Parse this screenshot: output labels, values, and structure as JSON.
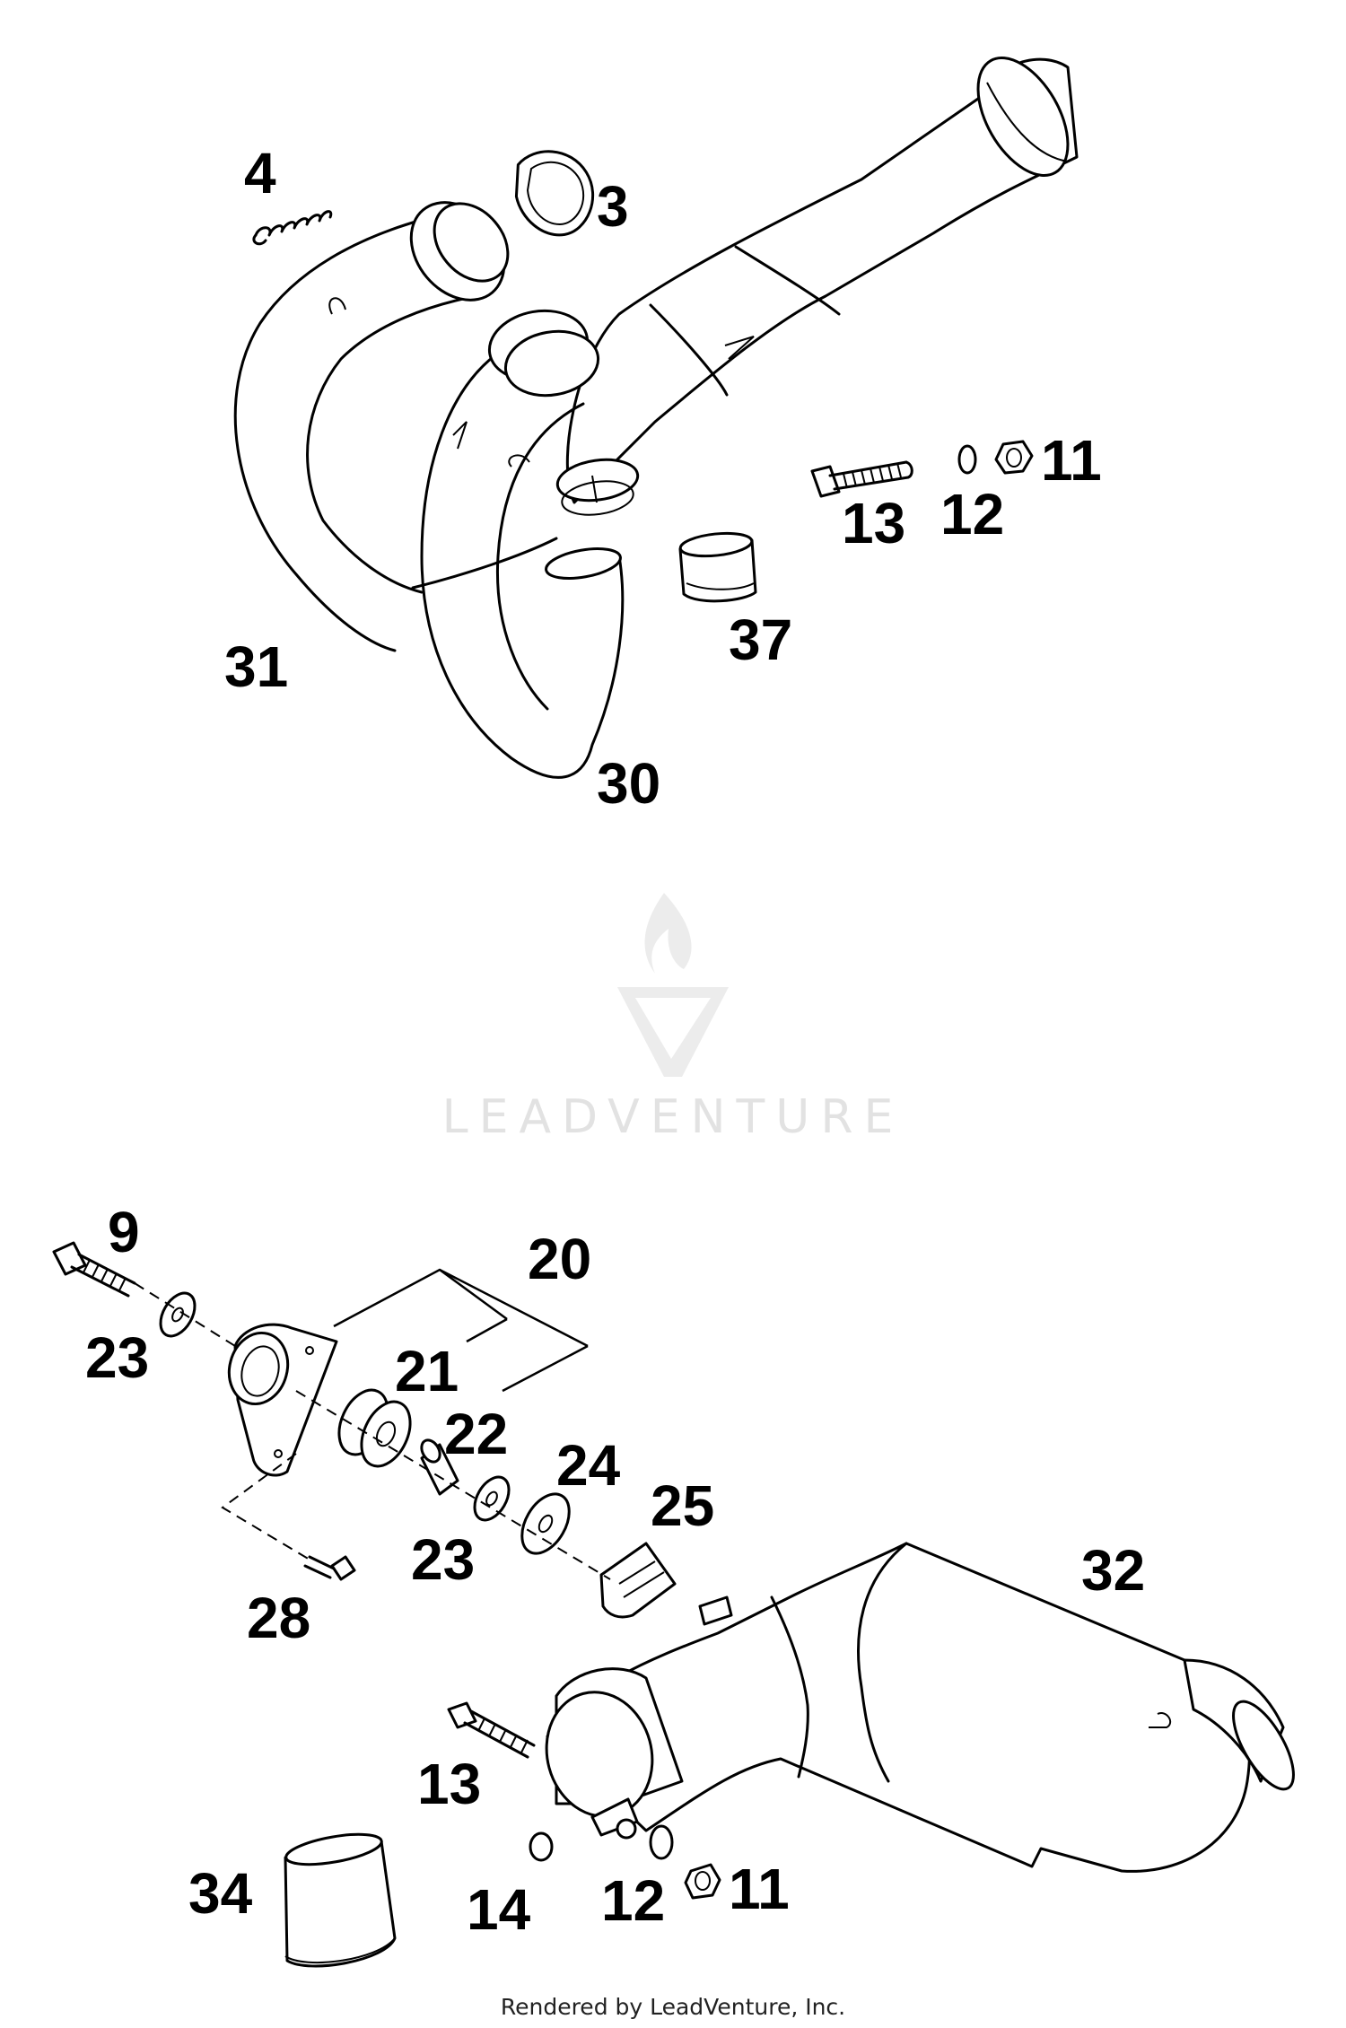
{
  "watermark": {
    "brand": "LEADVENTURE"
  },
  "footer": {
    "text": "Rendered by LeadVenture, Inc."
  },
  "callouts": {
    "p3": "3",
    "p4": "4",
    "p11a": "11",
    "p12a": "12",
    "p13a": "13",
    "p37": "37",
    "p31": "31",
    "p30": "30",
    "p9": "9",
    "p20": "20",
    "p23a": "23",
    "p21": "21",
    "p22": "22",
    "p24": "24",
    "p25": "25",
    "p23b": "23",
    "p28": "28",
    "p32": "32",
    "p13b": "13",
    "p34": "34",
    "p14": "14",
    "p12b": "12",
    "p11b": "11"
  },
  "colors": {
    "line": "#000000",
    "watermark": "#e2e2e2",
    "background": "#ffffff"
  }
}
